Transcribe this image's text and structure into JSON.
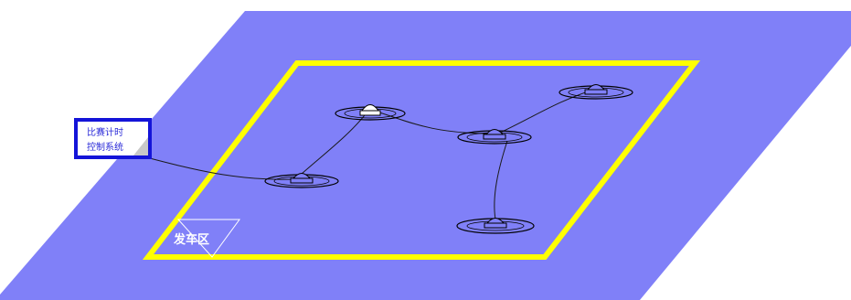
{
  "diagram": {
    "colors": {
      "ground": "#8080f8",
      "track": "#ffff00",
      "cable": "#1a1a1a",
      "sensor_body": "#ffffff",
      "control_box_border": "#1414d8",
      "label_text": "#ffffff"
    },
    "start_zone_label": "发车区",
    "control_box": {
      "line1": "比赛计时",
      "line2": "控制系统"
    },
    "sensors": [
      {
        "id": "sensor-1"
      },
      {
        "id": "sensor-2"
      },
      {
        "id": "sensor-3"
      },
      {
        "id": "sensor-4"
      },
      {
        "id": "sensor-5"
      }
    ]
  }
}
